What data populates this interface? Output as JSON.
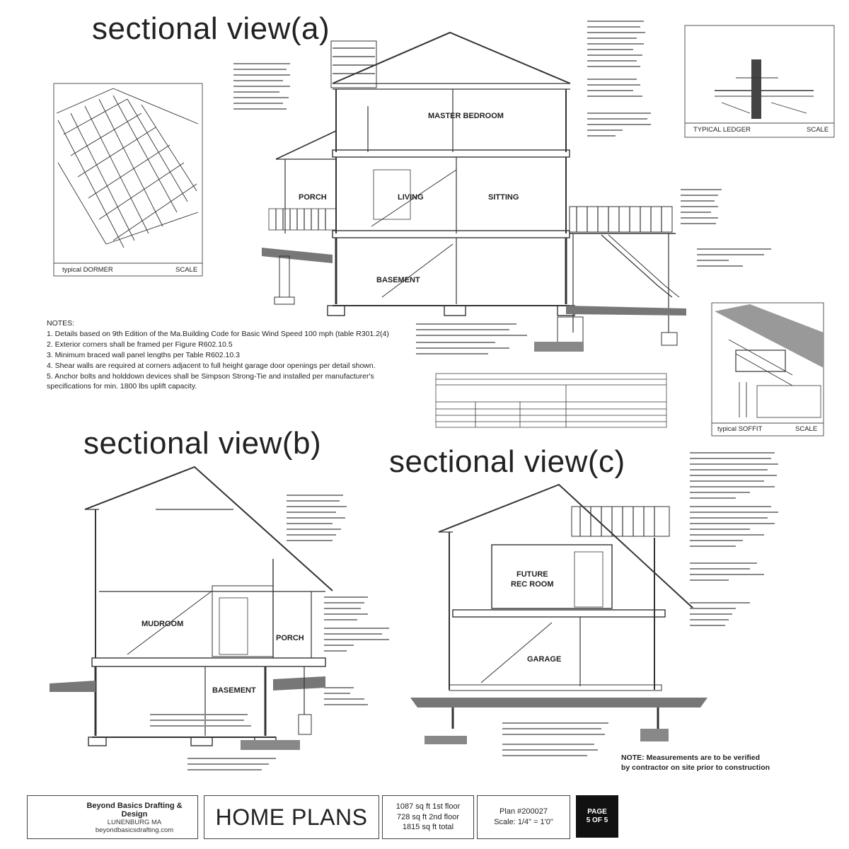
{
  "titles": {
    "view_a": "sectional view(a)",
    "view_b": "sectional view(b)",
    "view_c": "sectional view(c)"
  },
  "rooms": {
    "master_bedroom": "MASTER BEDROOM",
    "porch_a": "PORCH",
    "living": "LIVING",
    "sitting": "SITTING",
    "basement_a": "BASEMENT",
    "mudroom": "MUDROOM",
    "porch_b": "PORCH",
    "basement_b": "BASEMENT",
    "future_rec_room_1": "FUTURE",
    "future_rec_room_2": "REC ROOM",
    "garage": "GARAGE"
  },
  "details": {
    "dormer_caption": "typical DORMER",
    "dormer_scale": "SCALE",
    "ledger_caption": "TYPICAL LEDGER",
    "ledger_scale": "SCALE",
    "soffit_caption": "typical SOFFIT",
    "soffit_scale": "SCALE"
  },
  "notes": {
    "heading": "NOTES:",
    "items": [
      "1.  Details based on 9th Edition of the Ma.Building Code for Basic Wind Speed 100 mph (table R301.2(4)",
      "2.  Exterior corners shall be framed per Figure R602.10.5",
      "3.  Minimum braced wall panel lengths per Table R602.10.3",
      "4.  Shear walls are required at corners adjacent to full height garage door openings per detail shown.",
      "5. Anchor bolts and holddown devices shall be Simpson Strong-Tie and installed per manufacturer's specifications for min. 1800 lbs uplift capacity."
    ]
  },
  "measurement_note": {
    "line1": "NOTE:  Measurements are to be verified",
    "line2": "by contractor on site prior to construction"
  },
  "title_block": {
    "company_name": "Beyond Basics Drafting & Design",
    "company_location": "LUNENBURG MA",
    "company_site": "beyondbasicsdrafting.com",
    "title": "HOME PLANS",
    "area_line1": "1087 sq ft 1st floor",
    "area_line2": "728 sq ft 2nd floor",
    "area_line3": "1815 sq ft total",
    "plan_number": "Plan #200027",
    "scale": "Scale: 1/4\" = 1'0\"",
    "page_line1": "PAGE",
    "page_line2": "5 OF 5"
  }
}
